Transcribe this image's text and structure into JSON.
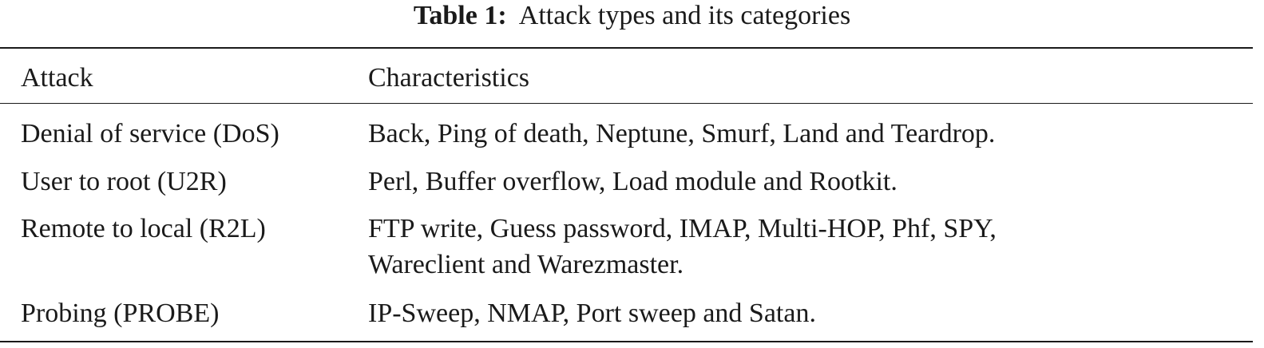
{
  "caption": {
    "label": "Table 1:",
    "text": "Attack types and its categories"
  },
  "table": {
    "headers": [
      "Attack",
      "Characteristics"
    ],
    "rows": [
      {
        "attack": "Denial of service (DoS)",
        "characteristics": [
          "Back, Ping of death, Neptune, Smurf, Land and Teardrop."
        ]
      },
      {
        "attack": "User to root (U2R)",
        "characteristics": [
          "Perl, Buffer overflow, Load module and Rootkit."
        ]
      },
      {
        "attack": "Remote to local (R2L)",
        "characteristics": [
          "FTP write, Guess password, IMAP, Multi-HOP, Phf, SPY,",
          "Wareclient and Warezmaster."
        ]
      },
      {
        "attack": "Probing (PROBE)",
        "characteristics": [
          "IP-Sweep, NMAP, Port sweep and Satan."
        ]
      }
    ]
  }
}
